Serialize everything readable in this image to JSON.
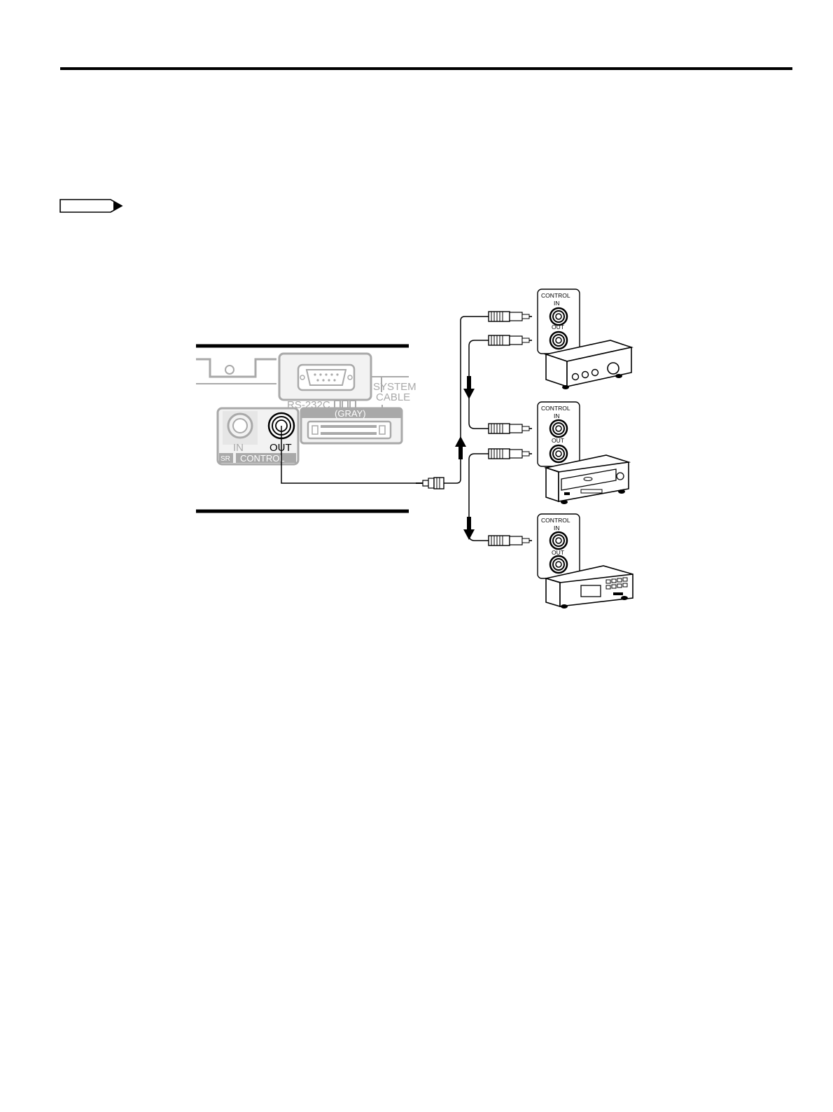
{
  "panel": {
    "rs232c_label": "RS-232C",
    "system_label": "SYSTEM",
    "cable_label": "CABLE",
    "gray_label": "(GRAY)",
    "in_label": "IN",
    "out_label": "OUT",
    "control_label": "CONTROL",
    "sr_badge": "SR"
  },
  "devices": [
    {
      "id": "amplifier",
      "icon": "amplifier-icon",
      "control_label": "CONTROL",
      "in_label": "IN",
      "out_label": "OUT"
    },
    {
      "id": "cassette-deck",
      "icon": "cassette-deck-icon",
      "control_label": "CONTROL",
      "in_label": "IN",
      "out_label": "OUT"
    },
    {
      "id": "cd-player",
      "icon": "cd-player-icon",
      "control_label": "CONTROL",
      "in_label": "IN",
      "out_label": "OUT"
    }
  ],
  "colors": {
    "ink": "#000000",
    "panel_gray": "#a9a9a9",
    "panel_fill": "#f2f2f2"
  }
}
